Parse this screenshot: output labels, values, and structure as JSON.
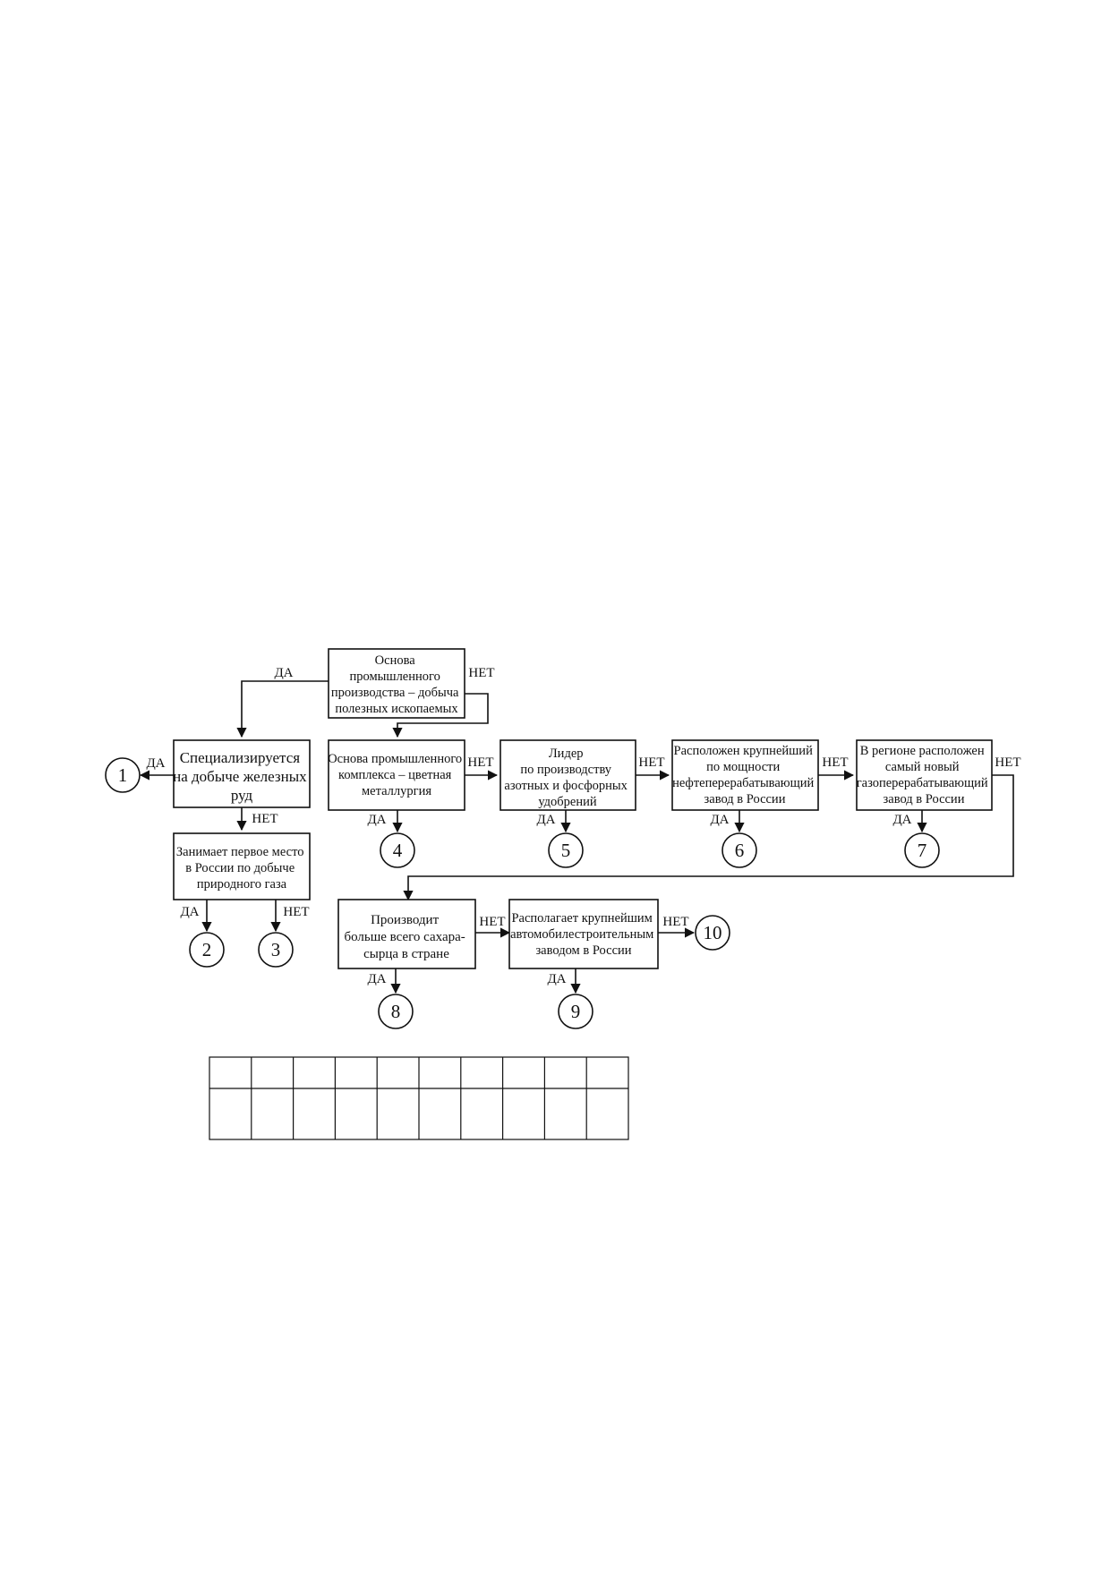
{
  "boxes": {
    "b0": {
      "lines": [
        "Основа",
        "промышленного",
        "производства – добыча",
        "полезных ископаемых"
      ]
    },
    "b1": {
      "lines": [
        "Специализируется",
        "на добыче железных",
        "руд"
      ]
    },
    "b2": {
      "lines": [
        "Занимает первое место",
        "в России по добыче",
        "природного газа"
      ]
    },
    "b3": {
      "lines": [
        "Основа промышленного",
        "комплекса – цветная",
        "металлургия"
      ]
    },
    "b4": {
      "lines": [
        "Лидер",
        "по производству",
        "азотных и фосфорных",
        "удобрений"
      ]
    },
    "b5": {
      "lines": [
        "Расположен крупнейший",
        "по мощности",
        "нефтеперерабатывающий",
        "завод в России"
      ]
    },
    "b6": {
      "lines": [
        "В регионе расположен",
        "самый новый",
        "газоперерабатывающий",
        "завод в России"
      ]
    },
    "b7": {
      "lines": [
        "Производит",
        "больше всего сахара-",
        "сырца в стране"
      ]
    },
    "b8": {
      "lines": [
        "Располагает крупнейшим",
        "автомобилестроительным",
        "заводом в России"
      ]
    }
  },
  "nodes": [
    "1",
    "2",
    "3",
    "4",
    "5",
    "6",
    "7",
    "8",
    "9",
    "10"
  ],
  "labels": {
    "yes": "ДА",
    "no": "НЕТ"
  },
  "answer_table": {
    "columns": 10,
    "rows": 2
  }
}
